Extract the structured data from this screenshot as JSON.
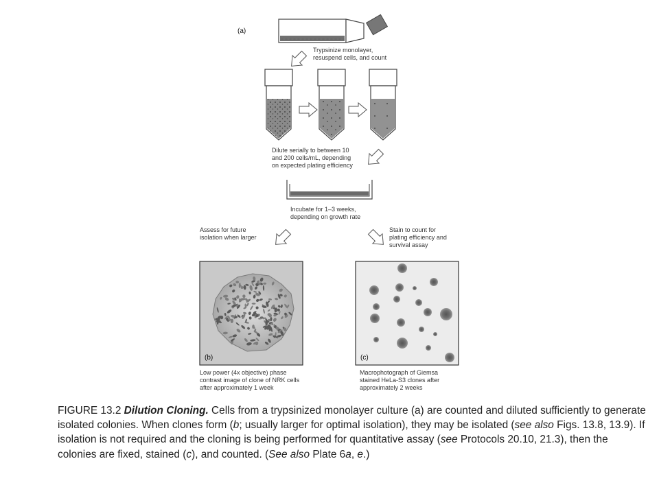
{
  "diagram": {
    "label_a": "(a)",
    "step1": [
      "Trypsinize monolayer,",
      "resuspend cells, and count"
    ],
    "step2": [
      "Dilute serially to between 10",
      "and 200 cells/mL, depending",
      "on expected plating efficiency"
    ],
    "step3": [
      "Incubate for 1–3 weeks,",
      "depending on growth rate"
    ],
    "left_branch": [
      "Assess for future",
      "isolation when larger"
    ],
    "right_branch": [
      "Stain to count for",
      "plating efficiency and",
      "survival assay"
    ],
    "panel_b": {
      "label": "(b)",
      "caption": [
        "Low power (4x objective) phase",
        "contrast image of clone of NRK cells",
        "after approximately 1 week"
      ]
    },
    "panel_c": {
      "label": "(c)",
      "caption": [
        "Macrophotograph of Giemsa",
        "stained HeLa-S3 clones after",
        "approximately 2 weeks"
      ]
    }
  },
  "caption": {
    "prefix": "FIGURE 13.2 ",
    "title": "Dilution Cloning.",
    "t1": " Cells from a trypsinized monolayer culture (a) are counted and diluted sufficiently to generate isolated colonies. When clones form (",
    "i1": "b",
    "t2": "; usually larger for optimal isolation), they may be isolated (",
    "i2": "see also",
    "t3": " Figs. 13.8, 13.9). If isolation is not required and the cloning is being performed for quantitative assay (",
    "i3": "see",
    "t4": " Protocols 20.10, 21.3), then the colonies are fixed, stained (",
    "i4": "c",
    "t5": "), and counted. (",
    "i5": "See also",
    "t6": " Plate 6",
    "i6": "a",
    "t7": ", ",
    "i7": "e",
    "t8": ".)"
  }
}
